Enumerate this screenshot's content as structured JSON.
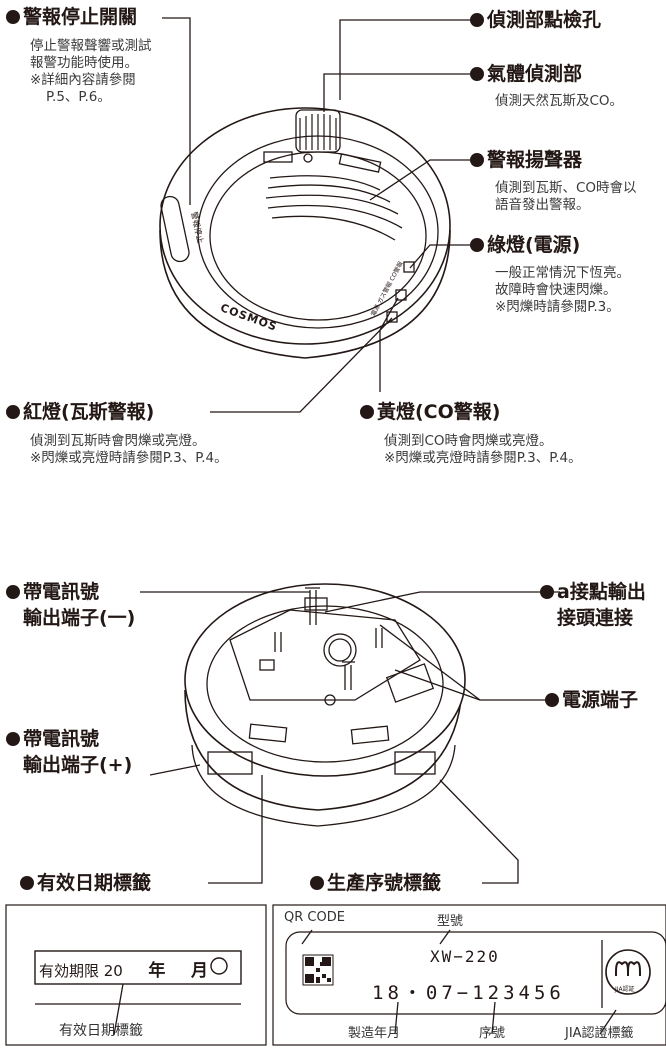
{
  "top": {
    "alarm_stop": {
      "title": "警報停止開關",
      "lines": [
        "停止警報聲響或測試",
        "報警功能時使用。",
        "※詳細內容請參閱",
        "P.5、P.6。"
      ]
    },
    "inspection_hole": {
      "title": "偵測部點檢孔"
    },
    "gas_detector": {
      "title": "氣體偵測部",
      "lines": [
        "偵測天然瓦斯及CO。"
      ]
    },
    "speaker": {
      "title": "警報揚聲器",
      "lines": [
        "偵測到瓦斯、CO時會以",
        "語音發出警報。"
      ]
    },
    "green_led": {
      "title": "綠燈(電源)",
      "lines": [
        "一般正常情況下恆亮。",
        "故障時會快速閃爍。",
        "※閃爍時請參閱P.3。"
      ]
    },
    "red_led": {
      "title": "紅燈(瓦斯警報)",
      "lines": [
        "偵測到瓦斯時會閃爍或亮燈。",
        "※閃爍或亮燈時請參閱P.3、P.4。"
      ]
    },
    "yellow_led": {
      "title": "黃燈(CO警報)",
      "lines": [
        "偵測到CO時會閃爍或亮燈。",
        "※閃爍或亮燈時請參閱P.3、P.4。"
      ]
    },
    "device_texts": {
      "stop_switch": "警報停止",
      "brand": "COSMOS",
      "led_labels": "電源 ガス警報 CO警報"
    }
  },
  "bottom": {
    "signal_minus": {
      "lines": [
        "帶電訊號",
        "輸出端子(一)"
      ]
    },
    "a_contact": {
      "lines": [
        "a接點輸出",
        "接頭連接"
      ]
    },
    "power_terminal": {
      "title": "電源端子"
    },
    "signal_plus": {
      "lines": [
        "帶電訊號",
        "輸出端子(+)"
      ]
    },
    "expiry_label": {
      "title": "有效日期標籤"
    },
    "serial_label": {
      "title": "生產序號標籤"
    }
  },
  "expiry_box": {
    "prefix": "有効期限 20",
    "year": "年",
    "month": "月",
    "caption": "有效日期標籤"
  },
  "serial_box": {
    "qr_label": "QR CODE",
    "model_label": "型號",
    "model": "XW−220",
    "serial": "18・07−123456",
    "jia_text": "JIA認証",
    "mfg_label": "製造年月",
    "seq_label": "序號",
    "jia_label": "JIA認證標籤"
  }
}
